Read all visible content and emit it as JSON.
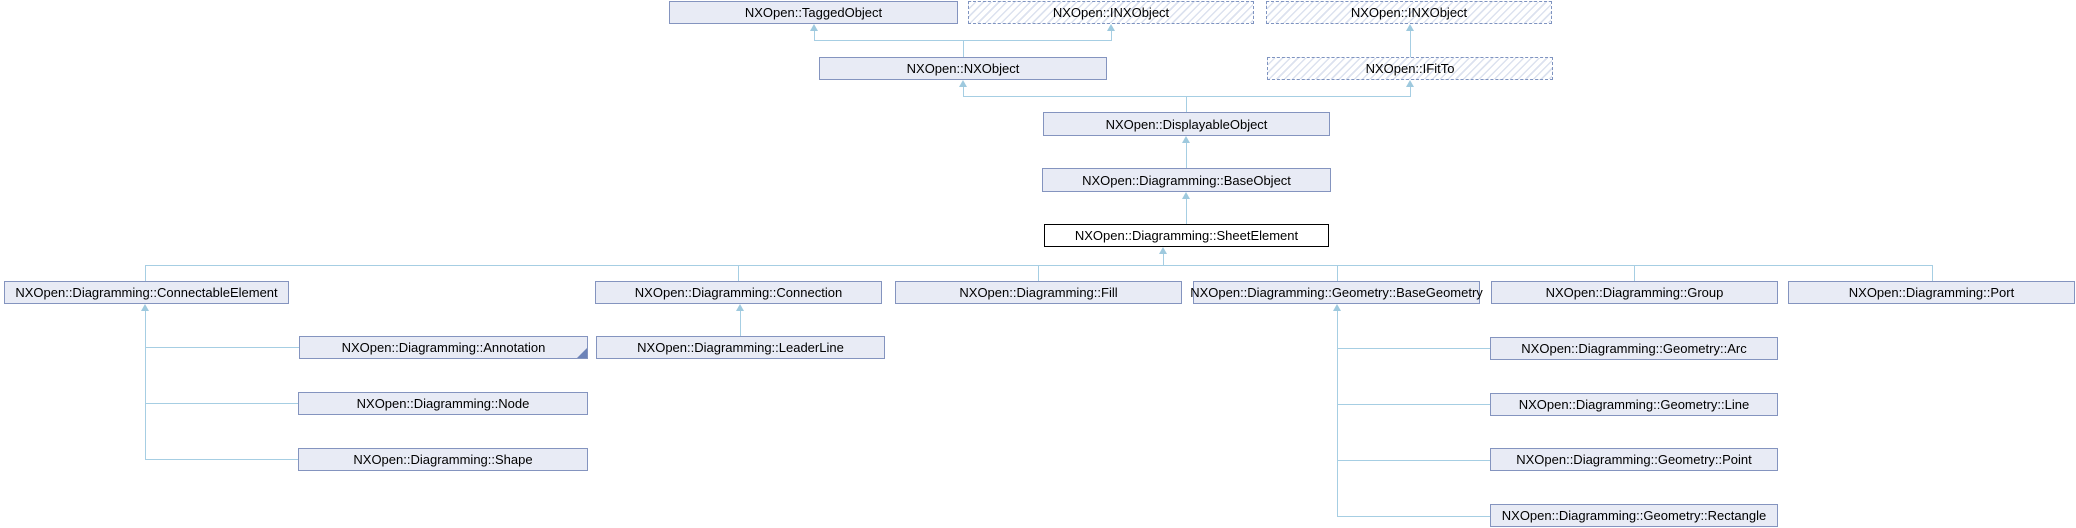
{
  "diagram": {
    "nodes": {
      "tagged_object": {
        "label": "NXOpen::TaggedObject",
        "kind": "class"
      },
      "inx_object_1": {
        "label": "NXOpen::INXObject",
        "kind": "external"
      },
      "inx_object_2": {
        "label": "NXOpen::INXObject",
        "kind": "external"
      },
      "nx_object": {
        "label": "NXOpen::NXObject",
        "kind": "class"
      },
      "ifit_to": {
        "label": "NXOpen::IFitTo",
        "kind": "external"
      },
      "displayable_object": {
        "label": "NXOpen::DisplayableObject",
        "kind": "class"
      },
      "base_object": {
        "label": "NXOpen::Diagramming::BaseObject",
        "kind": "class"
      },
      "sheet_element": {
        "label": "NXOpen::Diagramming::SheetElement",
        "kind": "current"
      },
      "connectable_element": {
        "label": "NXOpen::Diagramming::ConnectableElement",
        "kind": "class"
      },
      "connection": {
        "label": "NXOpen::Diagramming::Connection",
        "kind": "class"
      },
      "fill": {
        "label": "NXOpen::Diagramming::Fill",
        "kind": "class"
      },
      "base_geometry": {
        "label": "NXOpen::Diagramming::Geometry::BaseGeometry",
        "kind": "class"
      },
      "group": {
        "label": "NXOpen::Diagramming::Group",
        "kind": "class"
      },
      "port": {
        "label": "NXOpen::Diagramming::Port",
        "kind": "class"
      },
      "annotation": {
        "label": "NXOpen::Diagramming::Annotation",
        "kind": "class",
        "truncated": true
      },
      "leader_line": {
        "label": "NXOpen::Diagramming::LeaderLine",
        "kind": "class"
      },
      "node": {
        "label": "NXOpen::Diagramming::Node",
        "kind": "class"
      },
      "shape": {
        "label": "NXOpen::Diagramming::Shape",
        "kind": "class"
      },
      "arc": {
        "label": "NXOpen::Diagramming::Geometry::Arc",
        "kind": "class"
      },
      "line": {
        "label": "NXOpen::Diagramming::Geometry::Line",
        "kind": "class"
      },
      "point": {
        "label": "NXOpen::Diagramming::Geometry::Point",
        "kind": "class"
      },
      "rectangle": {
        "label": "NXOpen::Diagramming::Geometry::Rectangle",
        "kind": "class"
      }
    },
    "edges": [
      {
        "child": "nx_object",
        "parent": "tagged_object"
      },
      {
        "child": "nx_object",
        "parent": "inx_object_1"
      },
      {
        "child": "ifit_to",
        "parent": "inx_object_2"
      },
      {
        "child": "displayable_object",
        "parent": "nx_object"
      },
      {
        "child": "displayable_object",
        "parent": "ifit_to"
      },
      {
        "child": "base_object",
        "parent": "displayable_object"
      },
      {
        "child": "sheet_element",
        "parent": "base_object"
      },
      {
        "child": "connectable_element",
        "parent": "sheet_element"
      },
      {
        "child": "connection",
        "parent": "sheet_element"
      },
      {
        "child": "fill",
        "parent": "sheet_element"
      },
      {
        "child": "base_geometry",
        "parent": "sheet_element"
      },
      {
        "child": "group",
        "parent": "sheet_element"
      },
      {
        "child": "port",
        "parent": "sheet_element"
      },
      {
        "child": "annotation",
        "parent": "connectable_element"
      },
      {
        "child": "node",
        "parent": "connectable_element"
      },
      {
        "child": "shape",
        "parent": "connectable_element"
      },
      {
        "child": "leader_line",
        "parent": "connection"
      },
      {
        "child": "arc",
        "parent": "base_geometry"
      },
      {
        "child": "line",
        "parent": "base_geometry"
      },
      {
        "child": "point",
        "parent": "base_geometry"
      },
      {
        "child": "rectangle",
        "parent": "base_geometry"
      }
    ]
  },
  "colors": {
    "background": "#ffffff",
    "text_color": "#000000",
    "node_fill": "#e8ebf5",
    "node_border": "#8494bf",
    "focus_border": "#000000",
    "focus_fill": "#ffffff",
    "external_border": "#7e93c0",
    "external_hatch": "#dce2ef",
    "edge_color": "#a6cee3",
    "arrow_color": "#9ec9de",
    "fold_color": "#6d83b8"
  }
}
